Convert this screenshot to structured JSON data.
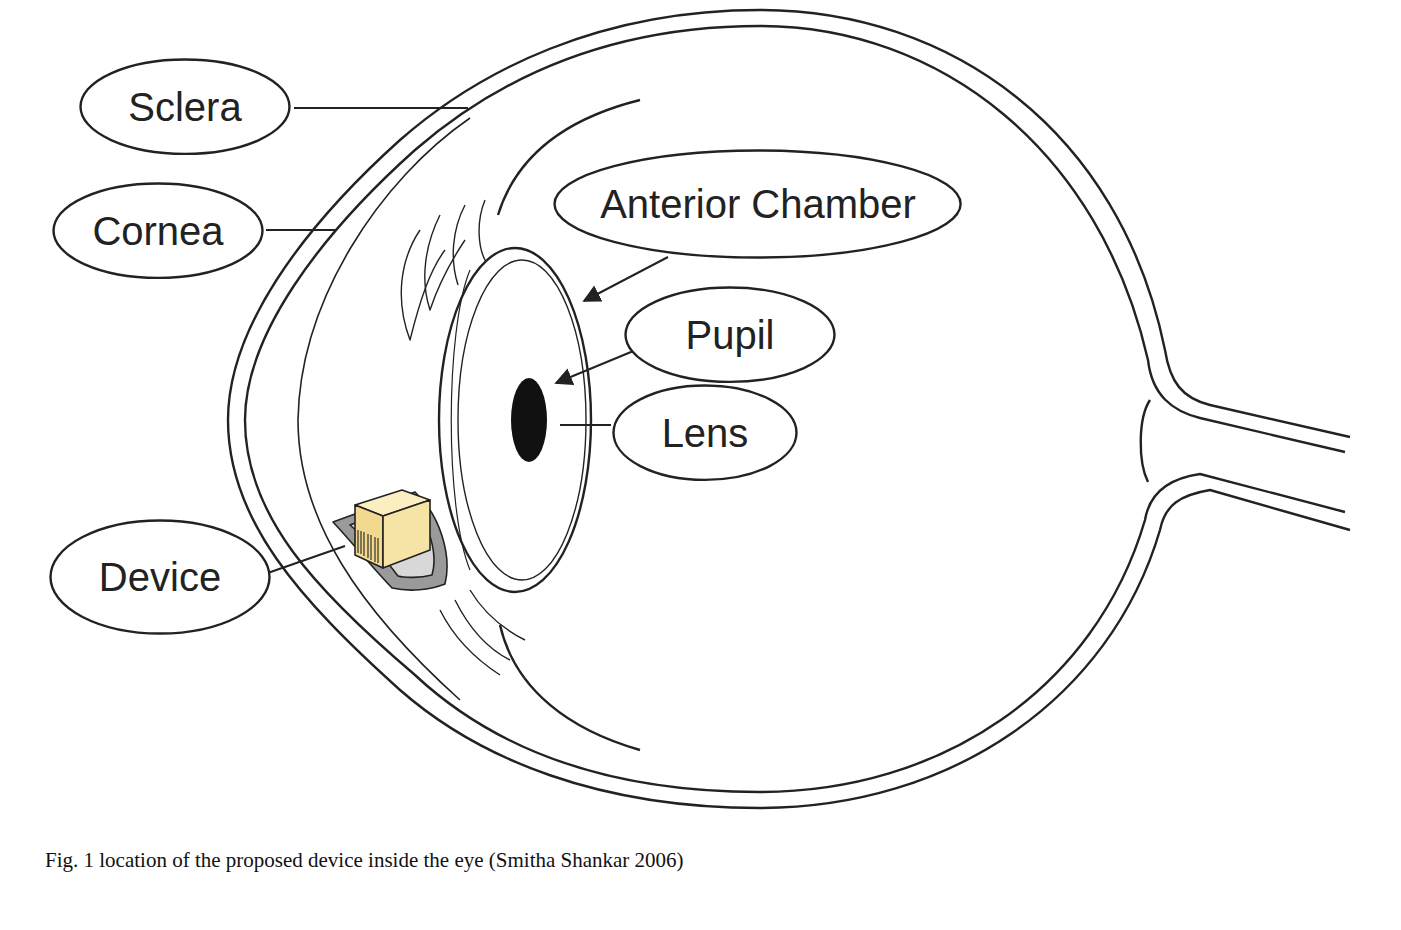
{
  "diagram": {
    "caption": "Fig. 1 location of the proposed device inside the eye (Smitha Shankar 2006)",
    "nodes": [
      {
        "text": [
          "Sclera"
        ]
      },
      {
        "text": [
          "Cornea"
        ]
      },
      {
        "text": [
          "Anterior Chamber"
        ]
      },
      {
        "text": [
          "Pupil"
        ]
      },
      {
        "text": [
          "Lens"
        ]
      },
      {
        "text": [
          "Device"
        ]
      }
    ]
  }
}
